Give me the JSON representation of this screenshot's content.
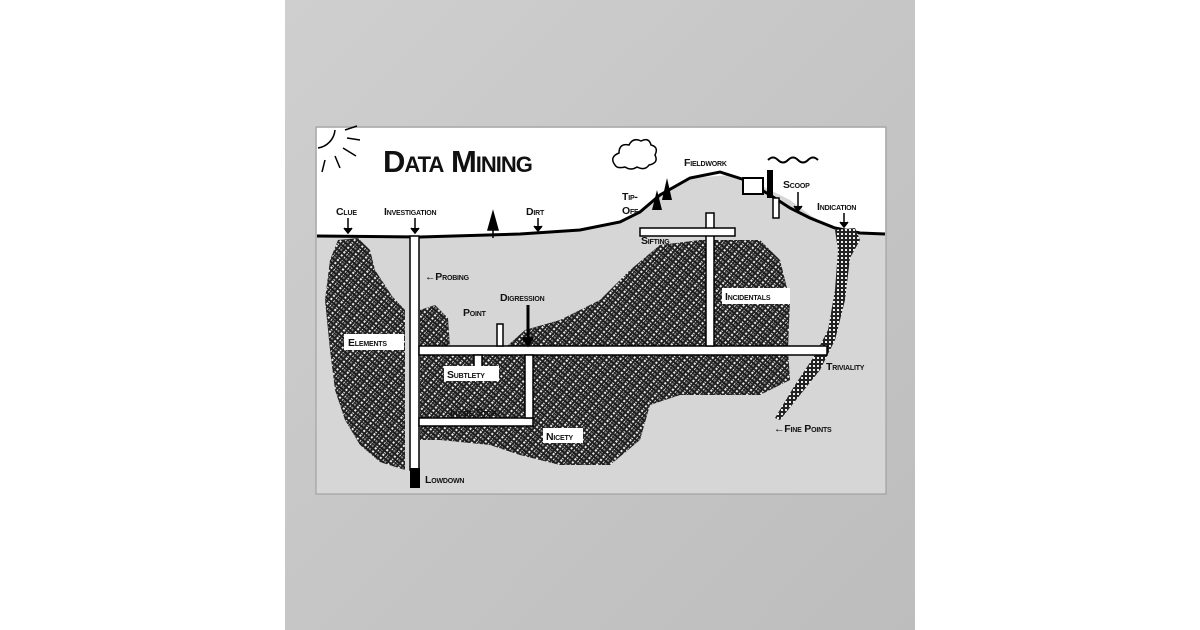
{
  "title": "Data Mining",
  "labels": {
    "clue": "Clue",
    "investigation": "Investigation",
    "dirt": "Dirt",
    "tip_off_1": "Tip-",
    "tip_off_2": "Off",
    "fieldwork": "Fieldwork",
    "scoop": "Scoop",
    "indication": "Indication",
    "sifting": "Sifting",
    "probing": "←Probing",
    "digression": "Digression",
    "point": "Point",
    "incidentals": "Incidentals",
    "elements": "Elements",
    "triviality": "Triviality",
    "subtlety": "Subtlety",
    "inside_story": "Inside Story",
    "nicety": "Nicety",
    "fine_points": "←Fine Points",
    "lowdown": "Lowdown"
  },
  "colors": {
    "wall": "#c8c8c8",
    "sky": "#ffffff",
    "underground": "#d6d6d6",
    "ore": "#1a1a1a"
  }
}
